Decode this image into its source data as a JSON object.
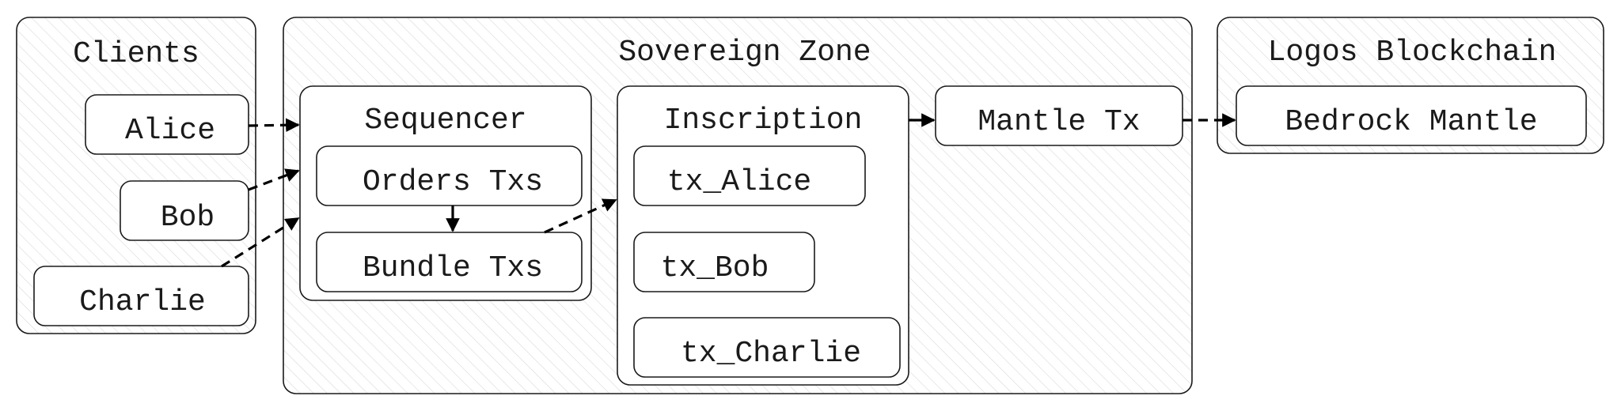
{
  "groups": {
    "clients": "Clients",
    "sovereign_zone": "Sovereign Zone",
    "logos_blockchain": "Logos Blockchain",
    "sequencer": "Sequencer",
    "inscription": "Inscription"
  },
  "nodes": {
    "alice": "Alice",
    "bob": "Bob",
    "charlie": "Charlie",
    "orders_txs": "Orders Txs",
    "bundle_txs": "Bundle Txs",
    "tx_alice": "tx_Alice",
    "tx_bob": "tx_Bob",
    "tx_charlie": "tx_Charlie",
    "mantle_tx": "Mantle Tx",
    "bedrock_mantle": "Bedrock Mantle"
  },
  "edges": [
    {
      "from": "Alice",
      "to": "Sequencer",
      "style": "dashed"
    },
    {
      "from": "Bob",
      "to": "Sequencer",
      "style": "dashed"
    },
    {
      "from": "Charlie",
      "to": "Sequencer",
      "style": "dashed"
    },
    {
      "from": "Orders Txs",
      "to": "Bundle Txs",
      "style": "solid"
    },
    {
      "from": "Bundle Txs",
      "to": "Inscription",
      "style": "dashed"
    },
    {
      "from": "Inscription",
      "to": "Mantle Tx",
      "style": "solid"
    },
    {
      "from": "Mantle Tx",
      "to": "Bedrock Mantle",
      "style": "dashed"
    }
  ]
}
